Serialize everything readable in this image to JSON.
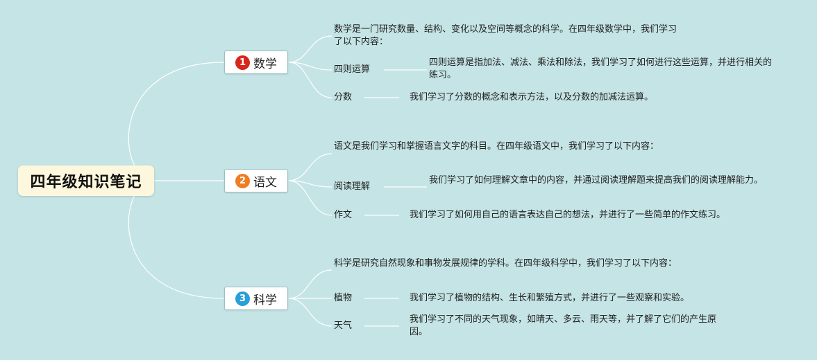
{
  "root": {
    "title": "四年级知识笔记"
  },
  "colors": {
    "background": "#c5e4e5",
    "link": "#ffffff",
    "badge_1": "#d9261c",
    "badge_2": "#ef7d22",
    "badge_3": "#2a9fd8"
  },
  "branches": [
    {
      "number": "1",
      "title": "数学",
      "description": "数学是一门研究数量、结构、变化以及空间等概念的科学。在四年级数学中，我们学习了以下内容：",
      "leaves": [
        {
          "title": "四则运算",
          "detail": "四则运算是指加法、减法、乘法和除法，我们学习了如何进行这些运算，并进行相关的练习。"
        },
        {
          "title": "分数",
          "detail": "我们学习了分数的概念和表示方法，以及分数的加减法运算。"
        }
      ]
    },
    {
      "number": "2",
      "title": "语文",
      "description": "语文是我们学习和掌握语言文字的科目。在四年级语文中，我们学习了以下内容：",
      "leaves": [
        {
          "title": "阅读理解",
          "detail": "我们学习了如何理解文章中的内容，并通过阅读理解题来提高我们的阅读理解能力。"
        },
        {
          "title": "作文",
          "detail": "我们学习了如何用自己的语言表达自己的想法，并进行了一些简单的作文练习。"
        }
      ]
    },
    {
      "number": "3",
      "title": "科学",
      "description": "科学是研究自然现象和事物发展规律的学科。在四年级科学中，我们学习了以下内容：",
      "leaves": [
        {
          "title": "植物",
          "detail": "我们学习了植物的结构、生长和繁殖方式，并进行了一些观察和实验。"
        },
        {
          "title": "天气",
          "detail": "我们学习了不同的天气现象，如晴天、多云、雨天等，并了解了它们的产生原因。"
        }
      ]
    }
  ]
}
